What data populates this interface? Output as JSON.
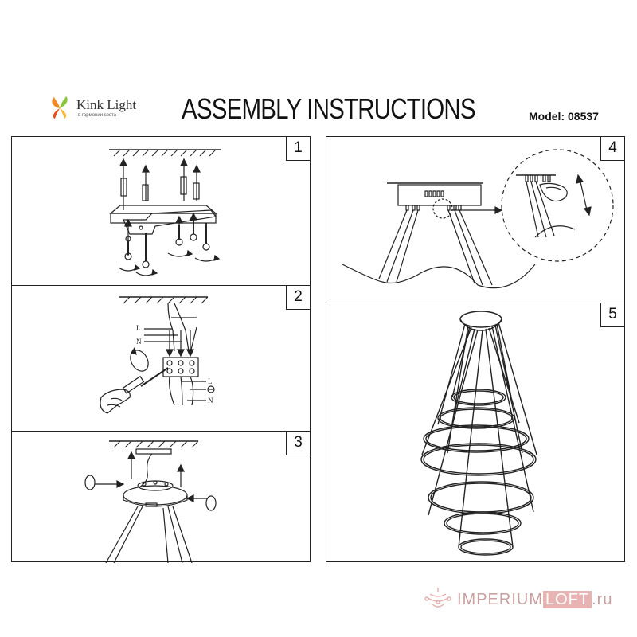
{
  "header": {
    "logo_name": "Kink Light",
    "logo_tagline": "в гармонии света",
    "title": "ASSEMBLY INSTRUCTIONS",
    "model": "Model: 08537"
  },
  "steps": [
    {
      "number": "1"
    },
    {
      "number": "2",
      "wire_labels": [
        "L",
        "N",
        "L",
        "N"
      ]
    },
    {
      "number": "3"
    },
    {
      "number": "4"
    },
    {
      "number": "5"
    }
  ],
  "watermark": {
    "part1": "IMPERIUM",
    "part2": "LOFT",
    "part3": ".ru"
  },
  "colors": {
    "line": "#222222",
    "logo_orange": "#f08a24",
    "logo_green": "#8cc63f",
    "watermark": "#e8b3b3"
  }
}
